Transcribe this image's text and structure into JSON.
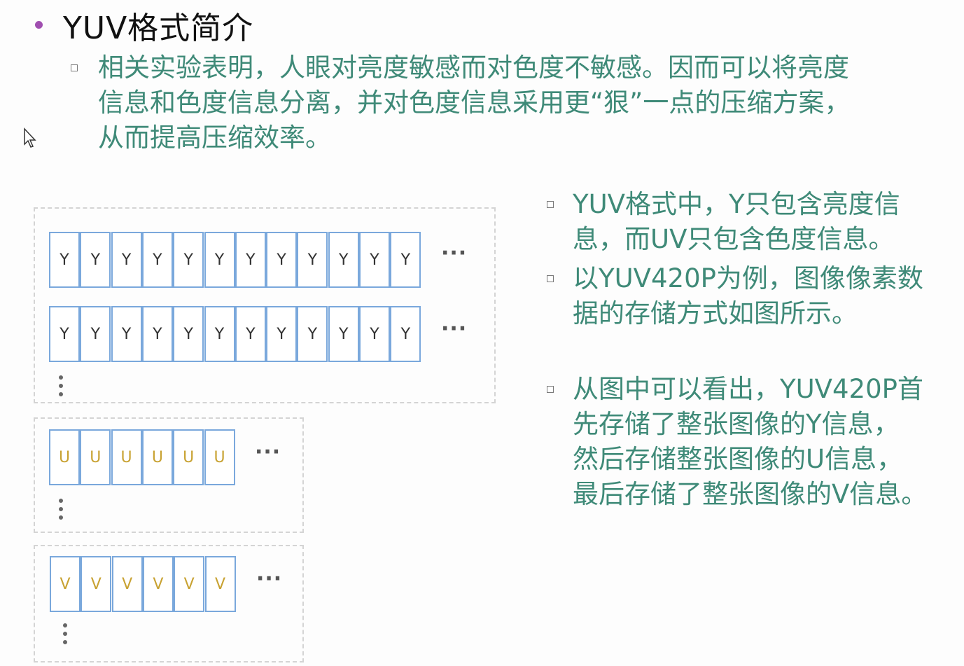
{
  "title": "YUV格式简介",
  "intro": {
    "lines": [
      "相关实验表明，人眼对亮度敏感而对色度不敏感。因而可以将亮度",
      "信息和色度信息分离，并对色度信息采用更“狠”一点的压缩方案，",
      "从而提高压缩效率。"
    ]
  },
  "right_bullets": [
    {
      "lines": [
        "YUV格式中，Y只包含亮度信",
        "息，而UV只包含色度信息。"
      ]
    },
    {
      "lines": [
        "以YUV420P为例，图像像素数",
        "据的存储方式如图所示。"
      ]
    },
    {
      "lines": [
        "从图中可以看出，YUV420P首",
        "先存储了整张图像的Y信息，",
        "然后存储整张图像的U信息，",
        "最后存储了整张图像的V信息。"
      ]
    }
  ],
  "diagram": {
    "y_rows": [
      [
        "Y",
        "Y",
        "Y",
        "Y",
        "Y",
        "Y",
        "Y",
        "Y",
        "Y",
        "Y",
        "Y",
        "Y"
      ],
      [
        "Y",
        "Y",
        "Y",
        "Y",
        "Y",
        "Y",
        "Y",
        "Y",
        "Y",
        "Y",
        "Y",
        "Y"
      ]
    ],
    "u_row": [
      "U",
      "U",
      "U",
      "U",
      "U",
      "U"
    ],
    "v_row": [
      "V",
      "V",
      "V",
      "V",
      "V",
      "V"
    ],
    "ellipsis": "···"
  },
  "colors": {
    "text_green": "#3f8a78",
    "bullet_purple": "#a04fb0",
    "cell_border": "#7aa8dc",
    "uv_text": "#c8a232"
  }
}
